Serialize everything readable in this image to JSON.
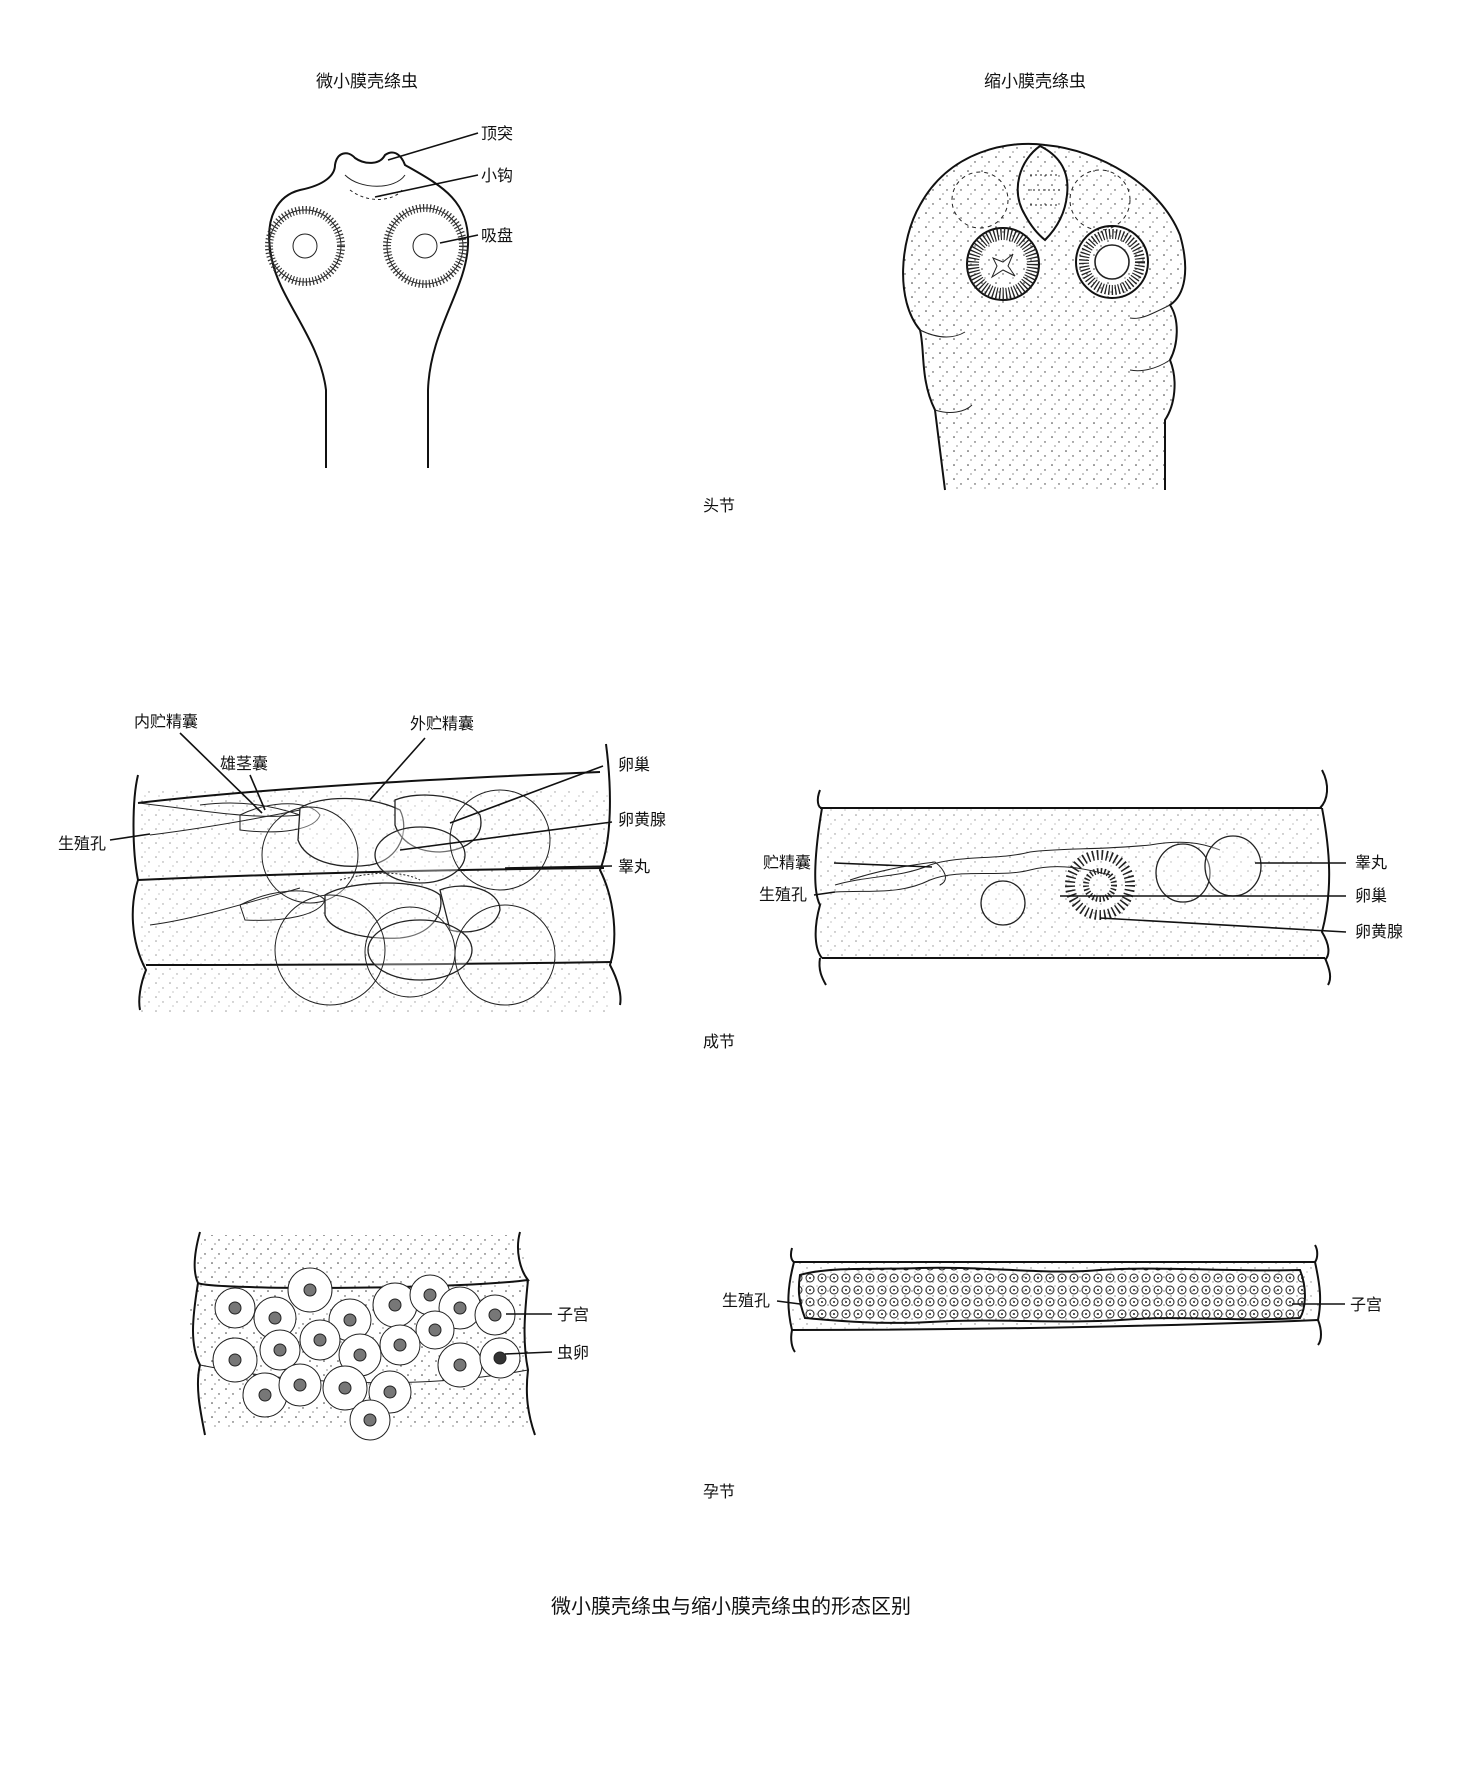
{
  "species_titles": {
    "left": "微小膜壳绦虫",
    "right": "缩小膜壳绦虫"
  },
  "sections": {
    "scolex": "头节",
    "mature": "成节",
    "gravid": "孕节"
  },
  "labels": {
    "scolex_left": {
      "rostellum": "顶突",
      "hooks": "小钩",
      "sucker": "吸盘"
    },
    "mature_left": {
      "internal_seminal_vesicle": "内贮精囊",
      "external_seminal_vesicle": "外贮精囊",
      "cirrus_pouch": "雄茎囊",
      "ovary": "卵巢",
      "genital_pore": "生殖孔",
      "vitelline_gland": "卵黄腺",
      "testis": "睾丸"
    },
    "mature_right": {
      "seminal_vesicle": "贮精囊",
      "testis": "睾丸",
      "genital_pore": "生殖孔",
      "ovary": "卵巢",
      "vitelline_gland": "卵黄腺"
    },
    "gravid_left": {
      "uterus": "子宫",
      "egg": "虫卵"
    },
    "gravid_right": {
      "genital_pore": "生殖孔",
      "uterus": "子宫"
    }
  },
  "caption": "微小膜壳绦虫与缩小膜壳绦虫的形态区别"
}
